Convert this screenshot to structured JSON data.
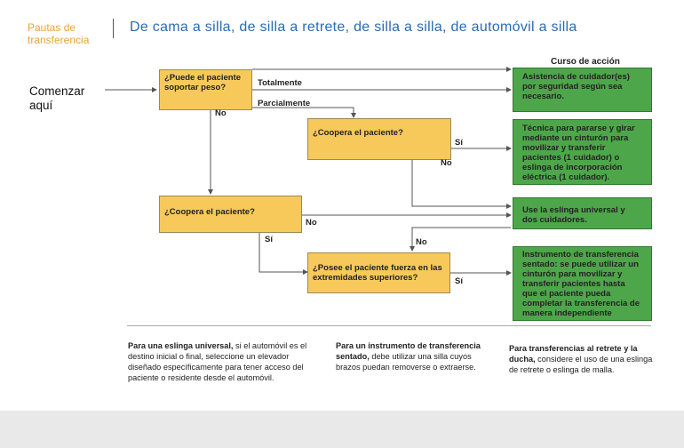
{
  "header": {
    "section_title": "Pautas de transferencia",
    "main_title": "De cama a silla, de silla a retrete, de silla a silla, de automóvil a silla"
  },
  "start_label": "Comenzar aquí",
  "course_of_action_label": "Curso de acción",
  "questions": {
    "q1": "¿Puede el paciente soportar peso?",
    "q2": "¿Coopera el paciente?",
    "q3": "¿Coopera el paciente?",
    "q4": "¿Posee el paciente fuerza en las extremidades superiores?"
  },
  "edge_labels": {
    "totally": "Totalmente",
    "partially": "Parcialmente",
    "no_q1": "No",
    "yes_q2": "Sí",
    "no_q2": "No",
    "no_q3": "No",
    "yes_q3": "Sí",
    "yes_q4": "Sí",
    "no_q4": "No"
  },
  "actions": {
    "a1": "Asistencia de cuidador(es) por seguridad según sea necesario.",
    "a2": "Técnica para pararse y girar mediante un cinturón para movilizar y transferir pacientes (1 cuidador) o eslinga de incorporación eléctrica (1 cuidador).",
    "a3": "Use la eslinga universal y dos cuidadores.",
    "a4": "Instrumento de transferencia sentado: se puede utilizar un cinturón para movilizar y transferir pacientes hasta que el paciente pueda completar la transferencia de manera independiente"
  },
  "notes": {
    "n1_bold": "Para una eslinga universal,",
    "n1_text": " si el automóvil es el destino inicial o final, seleccione un elevador diseñado específicamente para tener acceso del paciente o residente desde el automóvil.",
    "n2_bold": "Para un instrumento de transferencia sentado,",
    "n2_text": " debe utilizar una silla cuyos brazos puedan removerse o extraerse.",
    "n3_bold": "Para transferencias al retrete y la ducha,",
    "n3_text": " considere el uso de una eslinga de retrete o eslinga de malla."
  },
  "colors": {
    "question_fill": "#f7c95b",
    "action_fill": "#4ea64a",
    "title_blue": "#2b6bb3",
    "section_orange": "#e8a33a"
  }
}
